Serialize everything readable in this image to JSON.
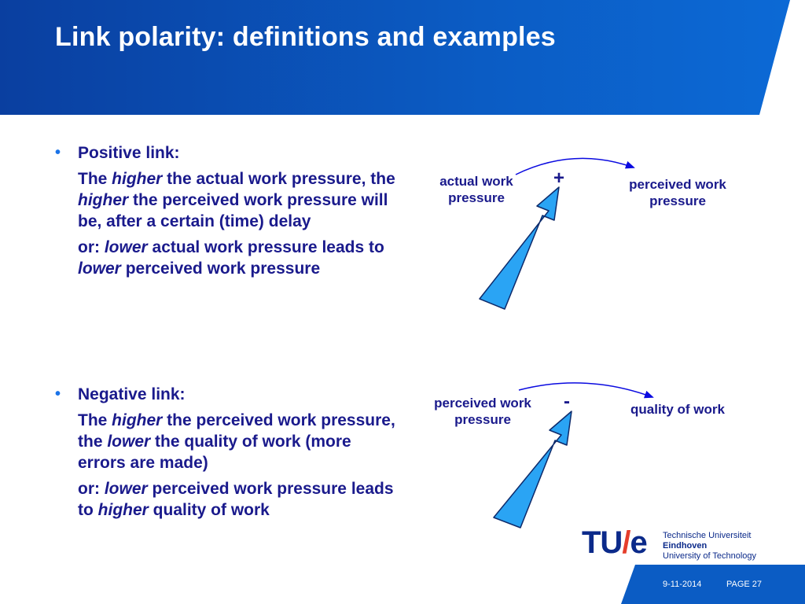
{
  "header": {
    "title": "Link polarity: definitions and examples"
  },
  "positive": {
    "bullet": "Positive link:",
    "p1": {
      "a": "The ",
      "b": "higher",
      "c": " the actual work pressure, the ",
      "d": "higher",
      "e": " the perceived work pressure will be, after a certain (time) delay"
    },
    "p2": {
      "a": "or: ",
      "b": "lower",
      "c": " actual work pressure leads to ",
      "d": "lower",
      "e": " perceived work pressure"
    }
  },
  "negative": {
    "bullet": "Negative link:",
    "p1": {
      "a": "The ",
      "b": "higher",
      "c": " the perceived work pressure, the ",
      "d": "lower",
      "e": " the quality of work (more errors are made)"
    },
    "p2": {
      "a": "or: ",
      "b": "lower",
      "c": " perceived work pressure leads to ",
      "d": "higher",
      "e": " quality of work"
    }
  },
  "diagram1": {
    "from_label": "actual work pressure",
    "to_label": "perceived work pressure",
    "sign": "+"
  },
  "diagram2": {
    "from_label": "perceived work pressure",
    "to_label": "quality of work",
    "sign": "-"
  },
  "logo": {
    "mark_left": "TU",
    "mark_slash": "/",
    "mark_right": "e",
    "line1": "Technische Universiteit",
    "line2": "Eindhoven",
    "line3": "University of Technology"
  },
  "footer": {
    "date": "9-11-2014",
    "page": "PAGE 27"
  },
  "colors": {
    "header_blue": "#0b5cc4",
    "text_navy": "#1a1a8c",
    "arrow_fill": "#2aa4f4",
    "link_arrow": "#0a0ae0",
    "logo_red": "#e53d2b"
  }
}
